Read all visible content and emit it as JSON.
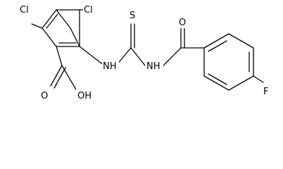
{
  "diagram": {
    "type": "chemical-structure",
    "labels": {
      "cl_left": "Cl",
      "cl_top": "Cl",
      "nh_left": "NH",
      "s": "S",
      "nh_right": "NH",
      "o_carbonyl": "O",
      "o_acid": "O",
      "oh": "OH",
      "f": "F"
    }
  }
}
